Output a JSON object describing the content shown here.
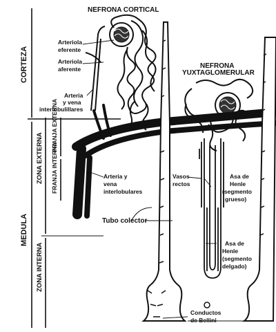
{
  "title_cortical": "NEFRONA CORTICAL",
  "title_yuxta_line1": "NEFRONA",
  "title_yuxta_line2": "YUXTAGLOMERULAR",
  "regions": {
    "corteza": "CORTEZA",
    "medula": "MEDULA",
    "zona_externa": "ZONA EXTERNA",
    "zona_interna": "ZONA INTERNA",
    "franja_externa": "FRANJA EXTERNA",
    "franja_interna": "FRANJA INTERNA"
  },
  "labels": {
    "arteriola_eferente_1": "Arteriola",
    "arteriola_eferente_2": "eferente",
    "arteriola_aferente_1": "Arteriola",
    "arteriola_aferente_2": "aferente",
    "arteria_vena_inter_1": "Arteria",
    "arteria_vena_inter_2": "y vena",
    "arteria_vena_inter_3": "interlobulillares",
    "arteria_vena_interlob_1": "Arteria y",
    "arteria_vena_interlob_2": "vena",
    "arteria_vena_interlob_3": "interlobulares",
    "vasos_rectos_1": "Vasos",
    "vasos_rectos_2": "rectos",
    "asa_grueso_1": "Asa de",
    "asa_grueso_2": "Henle",
    "asa_grueso_3": "(segmento",
    "asa_grueso_4": "grueso)",
    "tubo_colector": "Tubo colector",
    "asa_delgado_1": "Asa de",
    "asa_delgado_2": "Henle",
    "asa_delgado_3": "(segmento",
    "asa_delgado_4": "delgado)",
    "conductos_1": "Conductos",
    "conductos_2": "de Bellini"
  }
}
